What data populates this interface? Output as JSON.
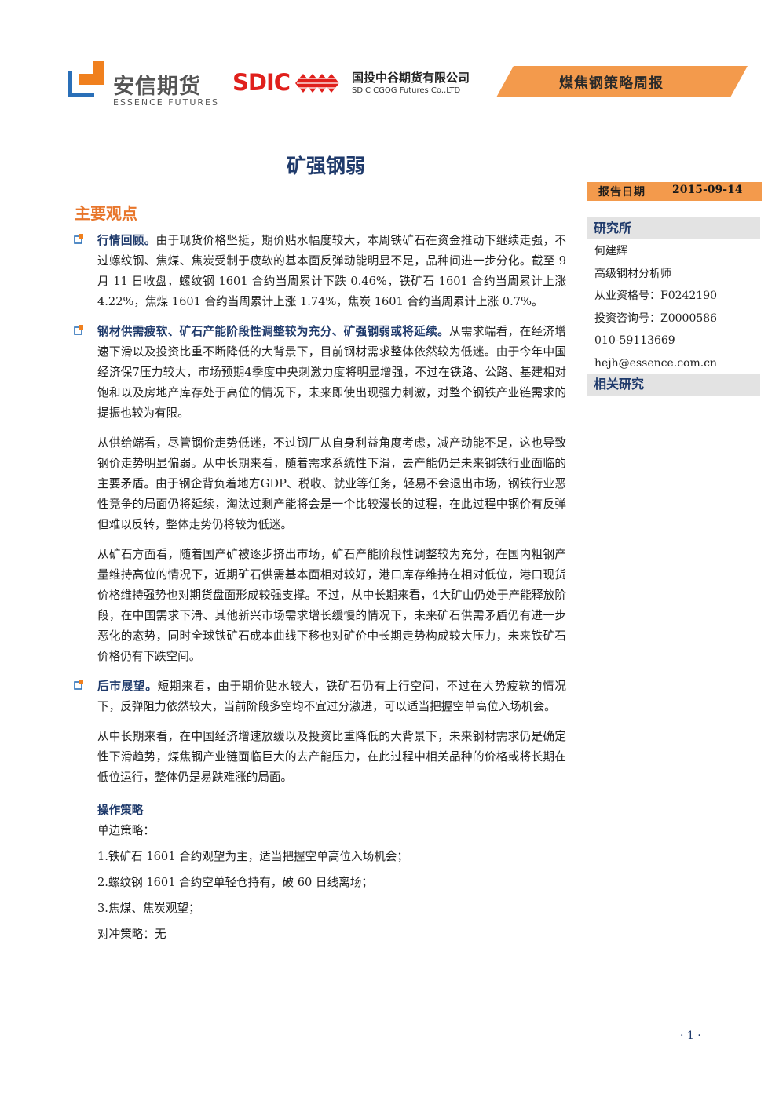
{
  "header": {
    "essence_logo_cn": "安信期货",
    "essence_logo_en": "ESSENCE FUTURES",
    "sdic_logo_word": "SDIC",
    "sdic_logo_cn": "国投中谷期货有限公司",
    "sdic_logo_en": "SDIC CGOG Futures Co.,LTD",
    "report_series": "煤焦钢策略周报",
    "colors": {
      "accent_orange": "#f39a4c",
      "title_blue": "#1f3a6b",
      "sdic_red": "#e0201c",
      "essence_blue": "#2a6fb8"
    }
  },
  "title": "矿强钢弱",
  "main": {
    "section_heading": "主要观点",
    "bullets": [
      {
        "icon": "square-bullet-icon",
        "lead": "行情回顾。",
        "text": "由于现货价格坚挺，期价贴水幅度较大，本周铁矿石在资金推动下继续走强，不过螺纹钢、焦煤、焦炭受制于疲软的基本面反弹动能明显不足，品种间进一步分化。截至 9 月 11 日收盘，螺纹钢 1601 合约当周累计下跌 0.46%，铁矿石 1601 合约当周累计上涨 4.22%，焦煤 1601 合约当周累计上涨 1.74%，焦炭 1601 合约当周累计上涨 0.7%。"
      },
      {
        "icon": "square-bullet-icon",
        "lead": "钢材供需疲软、矿石产能阶段性调整较为充分、矿强钢弱或将延续。",
        "text": "从需求端看，在经济增速下滑以及投资比重不断降低的大背景下，目前钢材需求整体依然较为低迷。由于今年中国经济保7压力较大，市场预期4季度中央刺激力度将明显增强，不过在铁路、公路、基建相对饱和以及房地产库存处于高位的情况下，未来即使出现强力刺激，对整个钢铁产业链需求的提振也较为有限。"
      }
    ],
    "paragraph_supply": "从供给端看，尽管钢价走势低迷，不过钢厂从自身利益角度考虑，减产动能不足，这也导致钢价走势明显偏弱。从中长期来看，随着需求系统性下滑，去产能仍是未来钢铁行业面临的主要矛盾。由于钢企背负着地方GDP、税收、就业等任务，轻易不会退出市场，钢铁行业恶性竞争的局面仍将延续，淘汰过剩产能将会是一个比较漫长的过程，在此过程中钢价有反弹但难以反转，整体走势仍将较为低迷。",
    "paragraph_ore": "从矿石方面看，随着国产矿被逐步挤出市场，矿石产能阶段性调整较为充分，在国内粗钢产量维持高位的情况下，近期矿石供需基本面相对较好，港口库存维持在相对低位，港口现货价格维持强势也对期货盘面形成较强支撑。不过，从中长期来看，4大矿山仍处于产能释放阶段，在中国需求下滑、其他新兴市场需求增长缓慢的情况下，未来矿石供需矛盾仍有进一步恶化的态势，同时全球铁矿石成本曲线下移也对矿价中长期走势构成较大压力，未来铁矿石价格仍有下跌空间。",
    "outlook": {
      "icon": "square-bullet-icon",
      "lead": "后市展望。",
      "text": "短期来看，由于期价贴水较大，铁矿石仍有上行空间，不过在大势疲软的情况下，反弹阻力依然较大，当前阶段多空均不宜过分激进，可以适当把握空单高位入场机会。"
    },
    "paragraph_long_term": "从中长期来看，在中国经济增速放缓以及投资比重降低的大背景下，未来钢材需求仍是确定性下滑趋势，煤焦钢产业链面临巨大的去产能压力，在此过程中相关品种的价格或将长期在低位运行，整体仍是易跌难涨的局面。",
    "strategy": {
      "title": "操作策略",
      "single_label": "单边策略：",
      "items": [
        "1.铁矿石 1601 合约观望为主，适当把握空单高位入场机会；",
        "2.螺纹钢 1601 合约空单轻仓持有，破 60 日线离场；",
        "3.焦煤、焦炭观望；"
      ],
      "hedge": "对冲策略：无"
    }
  },
  "sidebar": {
    "date_label": "报告日期",
    "date_value": "2015-09-14",
    "institute_heading": "研究所",
    "analyst_name": "何建辉",
    "analyst_title": "高级钢材分析师",
    "qualification": "从业资格号：F0242190",
    "consulting": "投资咨询号：Z0000586",
    "phone": "010-59113669",
    "email": "hejh@essence.com.cn",
    "related_heading": "相关研究"
  },
  "footer": {
    "page": "· 1 ·"
  }
}
